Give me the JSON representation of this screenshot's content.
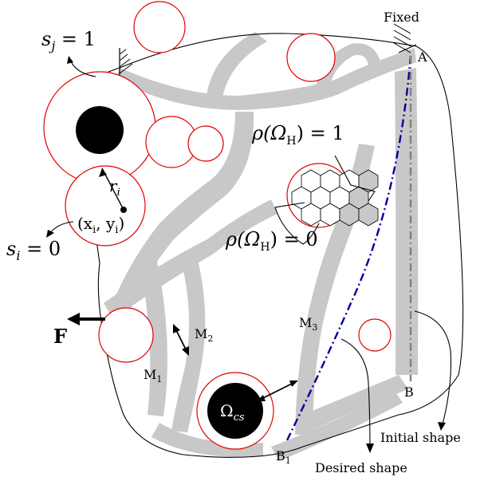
{
  "labels": {
    "fixed": "Fixed",
    "point_a": "A",
    "point_b": "B",
    "point_b1": "B",
    "point_b1_sub": "1",
    "s_j": "s",
    "s_j_sub": "j",
    "s_j_value": " = 1",
    "s_i": "s",
    "s_i_sub": "i",
    "s_i_value": " = 0",
    "r_i": "r",
    "r_i_sub": "i",
    "coord": "(x",
    "coord_sub_i": "i",
    "coord_mid": ", y",
    "coord_sub_i2": "i",
    "coord_end": ")",
    "rho_one_prefix": "ρ(Ω",
    "rho_one_sub": "H",
    "rho_one_suffix": ") = 1",
    "rho_zero_prefix": "ρ(Ω",
    "rho_zero_sub": "H",
    "rho_zero_suffix": ") = 0",
    "force": "F",
    "m1": "M",
    "m1_sub": "1",
    "m2": "M",
    "m2_sub": "2",
    "m3": "M",
    "m3_sub": "3",
    "omega": "Ω",
    "omega_sub": "cs",
    "initial_shape": "Initial shape",
    "desired_shape": "Desired shape"
  },
  "colors": {
    "member": "#c8c8c8",
    "cut_outline": "#e00000",
    "desired_shape": "#0000a0",
    "initial_shape": "#808080"
  }
}
